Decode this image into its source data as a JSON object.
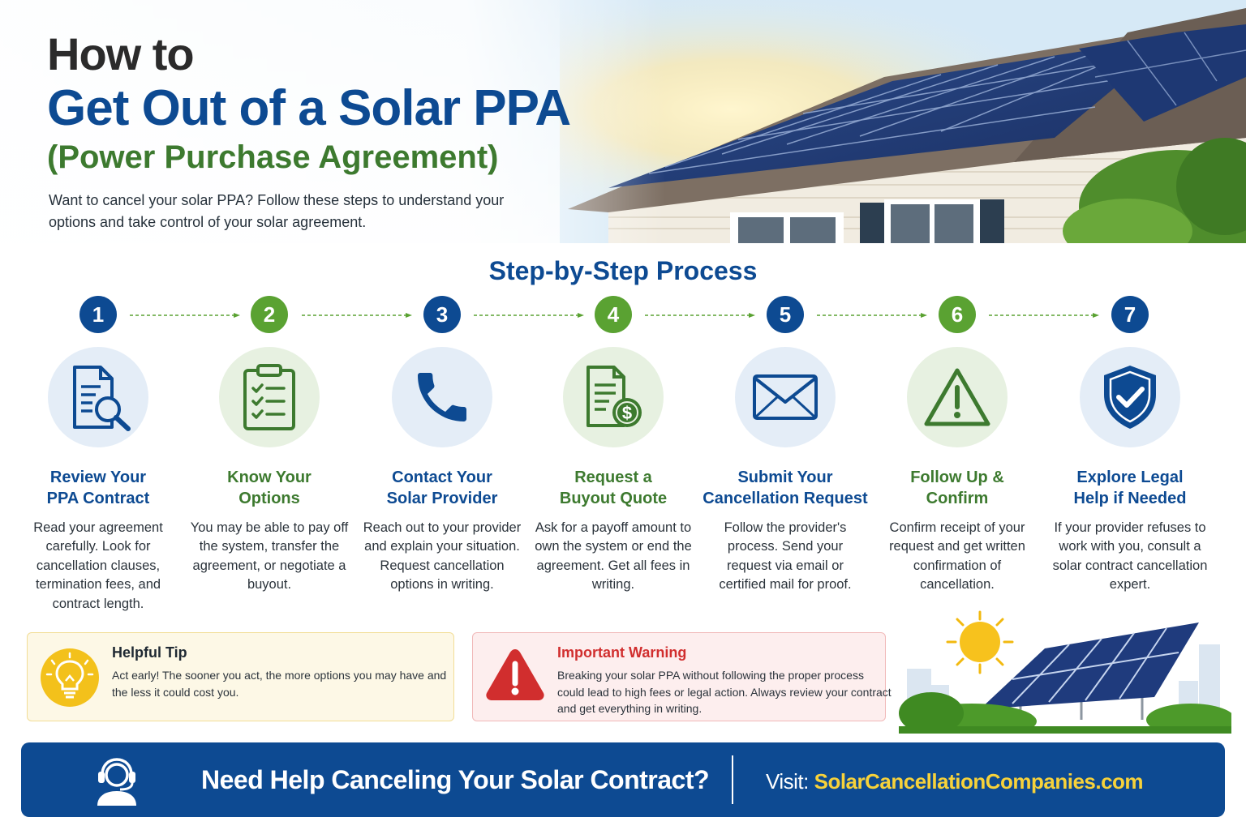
{
  "hero": {
    "title_line1": "How to",
    "title_line2": "Get Out of a Solar PPA",
    "title_line3": "(Power Purchase Agreement)",
    "intro": "Want to cancel your solar PPA? Follow these steps to understand your options and take control of your solar agreement."
  },
  "process": {
    "title": "Step-by-Step Process",
    "steps": [
      {
        "number": "1",
        "color": "#0d4a92",
        "icon": "document-search-icon",
        "title_line1": "Review Your",
        "title_line2": "PPA Contract",
        "description": "Read your agreement carefully. Look for cancellation clauses, termination fees, and contract length."
      },
      {
        "number": "2",
        "color": "#5aa232",
        "icon": "clipboard-checklist-icon",
        "title_line1": "Know Your",
        "title_line2": "Options",
        "description": "You may be able to pay off the system, transfer the agreement, or negotiate a buyout."
      },
      {
        "number": "3",
        "color": "#0d4a92",
        "icon": "phone-icon",
        "title_line1": "Contact Your",
        "title_line2": "Solar Provider",
        "description": "Reach out to your provider and explain your situation. Request cancellation options in writing."
      },
      {
        "number": "4",
        "color": "#5aa232",
        "icon": "document-dollar-icon",
        "title_line1": "Request a",
        "title_line2": "Buyout Quote",
        "description": "Ask for a payoff amount to own the system or end the agreement. Get all fees in writing."
      },
      {
        "number": "5",
        "color": "#0d4a92",
        "icon": "envelope-icon",
        "title_line1": "Submit Your",
        "title_line2": "Cancellation Request",
        "description": "Follow the provider's process. Send your request via email or certified mail for proof."
      },
      {
        "number": "6",
        "color": "#5aa232",
        "icon": "warning-triangle-icon",
        "title_line1": "Follow Up &",
        "title_line2": "Confirm",
        "description": "Confirm receipt of your request and get written confirmation of cancellation."
      },
      {
        "number": "7",
        "color": "#0d4a92",
        "icon": "shield-check-icon",
        "title_line1": "Explore Legal",
        "title_line2": "Help if Needed",
        "description": "If your provider refuses to work with you, consult a solar contract cancellation expert."
      }
    ]
  },
  "tip": {
    "icon": "lightbulb-icon",
    "title": "Helpful Tip",
    "text": "Act early! The sooner you act, the more options you may have and the less it could cost you."
  },
  "warning": {
    "icon": "alert-triangle-icon",
    "title": "Important Warning",
    "text": "Breaking your solar PPA without following the proper process could lead to high fees or legal action. Always review your contract and get everything in writing."
  },
  "footer": {
    "icon": "support-headset-icon",
    "cta": "Need Help Canceling Your Solar Contract?",
    "visit_label": "Visit:",
    "link": "SolarCancellationCompanies.com"
  },
  "colors": {
    "brand_blue": "#0d4a92",
    "brand_green": "#5aa232",
    "title_green": "#3d7a2f",
    "warning_red": "#d12e2e",
    "link_yellow": "#f7d23a"
  }
}
